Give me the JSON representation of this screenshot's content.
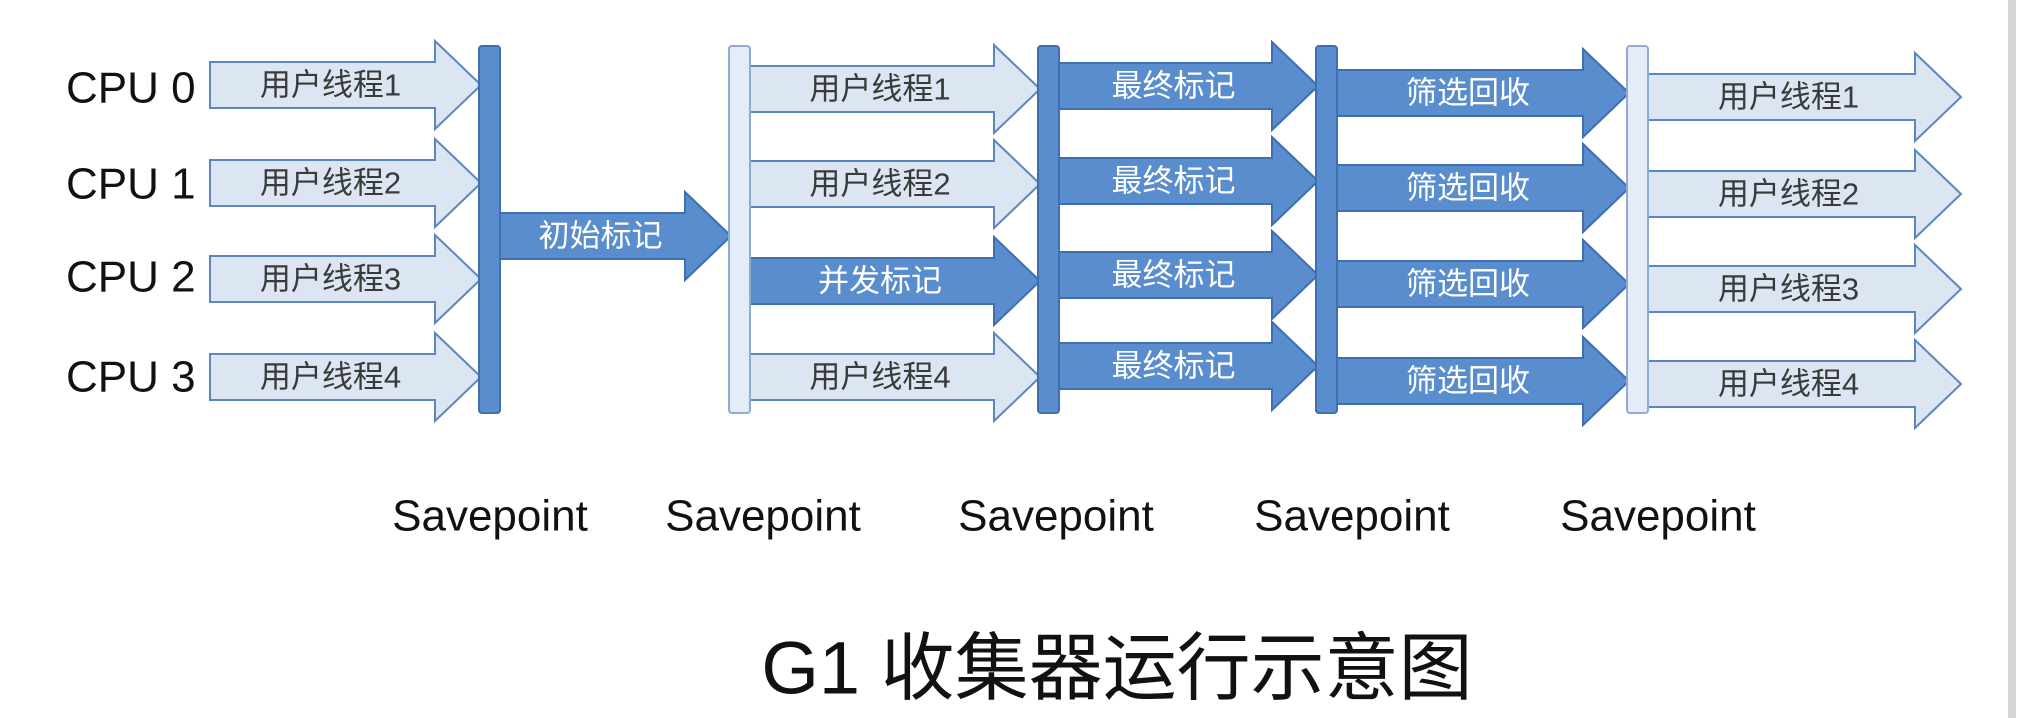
{
  "title": "G1 收集器运行示意图",
  "cpus": [
    "CPU 0",
    "CPU 1",
    "CPU 2",
    "CPU 3"
  ],
  "segments": [
    {
      "arrows": [
        {
          "label": "用户线程1",
          "dark": false
        },
        {
          "label": "用户线程2",
          "dark": false
        },
        {
          "label": "用户线程3",
          "dark": false
        },
        {
          "label": "用户线程4",
          "dark": false
        }
      ]
    },
    {
      "arrows": [
        {
          "label": "初始标记",
          "dark": true
        }
      ]
    },
    {
      "arrows": [
        {
          "label": "用户线程1",
          "dark": false
        },
        {
          "label": "用户线程2",
          "dark": false
        },
        {
          "label": "并发标记",
          "dark": true
        },
        {
          "label": "用户线程4",
          "dark": false
        }
      ]
    },
    {
      "arrows": [
        {
          "label": "最终标记",
          "dark": true
        },
        {
          "label": "最终标记",
          "dark": true
        },
        {
          "label": "最终标记",
          "dark": true
        },
        {
          "label": "最终标记",
          "dark": true
        }
      ]
    },
    {
      "arrows": [
        {
          "label": "筛选回收",
          "dark": true
        },
        {
          "label": "筛选回收",
          "dark": true
        },
        {
          "label": "筛选回收",
          "dark": true
        },
        {
          "label": "筛选回收",
          "dark": true
        }
      ]
    },
    {
      "arrows": [
        {
          "label": "用户线程1",
          "dark": false
        },
        {
          "label": "用户线程2",
          "dark": false
        },
        {
          "label": "用户线程3",
          "dark": false
        },
        {
          "label": "用户线程4",
          "dark": false
        }
      ]
    }
  ],
  "savepoints": [
    {
      "label": "Savepoint",
      "dark": true
    },
    {
      "label": "Savepoint",
      "dark": false
    },
    {
      "label": "Savepoint",
      "dark": true
    },
    {
      "label": "Savepoint",
      "dark": true
    },
    {
      "label": "Savepoint",
      "dark": false
    }
  ],
  "colors": {
    "light_fill": "#dce6f2",
    "light_stroke": "#5b86c0",
    "light_text": "#3a3a3a",
    "dark_fill": "#5a8dce",
    "dark_stroke": "#3f6fae",
    "dark_text": "#ffffff",
    "light_bar_fill": "#e4ecf7",
    "light_bar_stroke": "#8eaad5",
    "edge_border": "#d6d6d6"
  }
}
